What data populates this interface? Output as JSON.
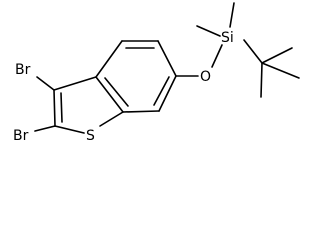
{
  "molecule": {
    "atoms": {
      "br_top": "Br",
      "br_bottom": "Br",
      "sulfur": "S",
      "oxygen": "O",
      "silicon": "Si"
    },
    "colors": {
      "bond": "#000000",
      "label": "#000000",
      "background": "#ffffff"
    }
  }
}
